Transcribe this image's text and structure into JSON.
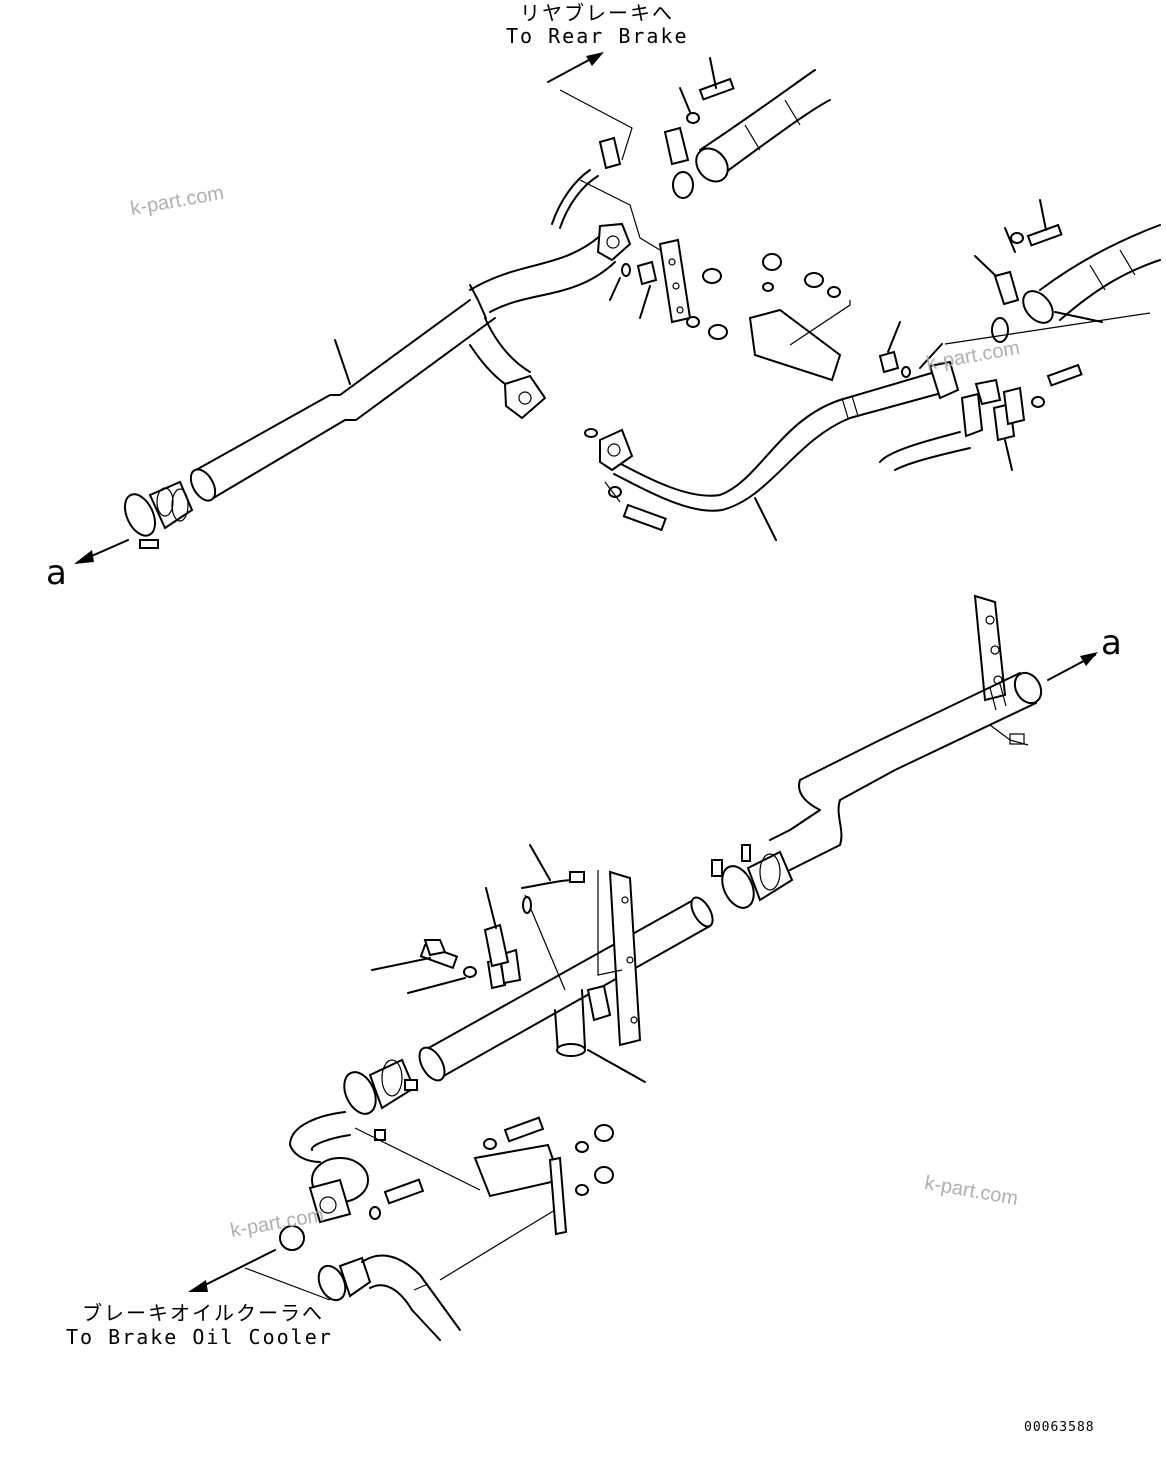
{
  "labels": {
    "rear_brake_jp": "リヤブレーキへ",
    "rear_brake_en": "To Rear Brake",
    "oil_cooler_jp": "ブレーキオイルクーラへ",
    "oil_cooler_en": "To Brake Oil Cooler",
    "ref_a_left": "a",
    "ref_a_right": "a"
  },
  "watermarks": [
    "k-part.com",
    "k-part.com",
    "k-part.com",
    "k-part.com"
  ],
  "drawing_number": "00063588"
}
